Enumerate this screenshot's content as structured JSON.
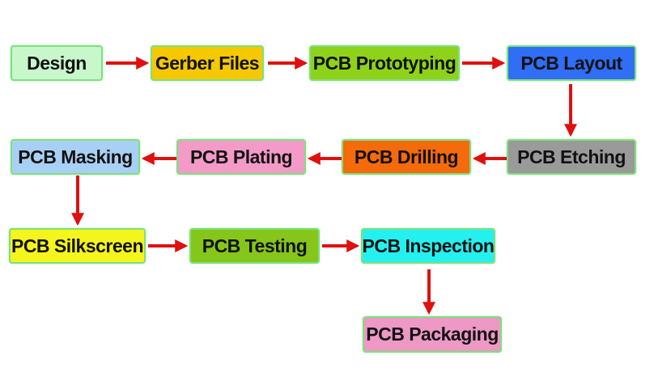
{
  "diagram": {
    "steps": [
      {
        "id": "design",
        "label": "Design",
        "color": "#c8f7cc"
      },
      {
        "id": "gerber",
        "label": "Gerber Files",
        "color": "#f5c800"
      },
      {
        "id": "prototyping",
        "label": "PCB Prototyping",
        "color": "#8fd21a"
      },
      {
        "id": "layout",
        "label": "PCB Layout",
        "color": "#2f6ef5"
      },
      {
        "id": "etching",
        "label": "PCB Etching",
        "color": "#9a9a9a"
      },
      {
        "id": "drilling",
        "label": "PCB Drilling",
        "color": "#f56a0a"
      },
      {
        "id": "plating",
        "label": "PCB Plating",
        "color": "#f49ac8"
      },
      {
        "id": "masking",
        "label": "PCB Masking",
        "color": "#a8d0f5"
      },
      {
        "id": "silkscreen",
        "label": "PCB Silkscreen",
        "color": "#f5f51e"
      },
      {
        "id": "testing",
        "label": "PCB Testing",
        "color": "#86c61a"
      },
      {
        "id": "inspection",
        "label": "PCB Inspection",
        "color": "#25f0f0"
      },
      {
        "id": "packaging",
        "label": "PCB Packaging",
        "color": "#ee98c6"
      }
    ],
    "arrow_color": "#e01010",
    "border_color": "#7ee07e"
  }
}
